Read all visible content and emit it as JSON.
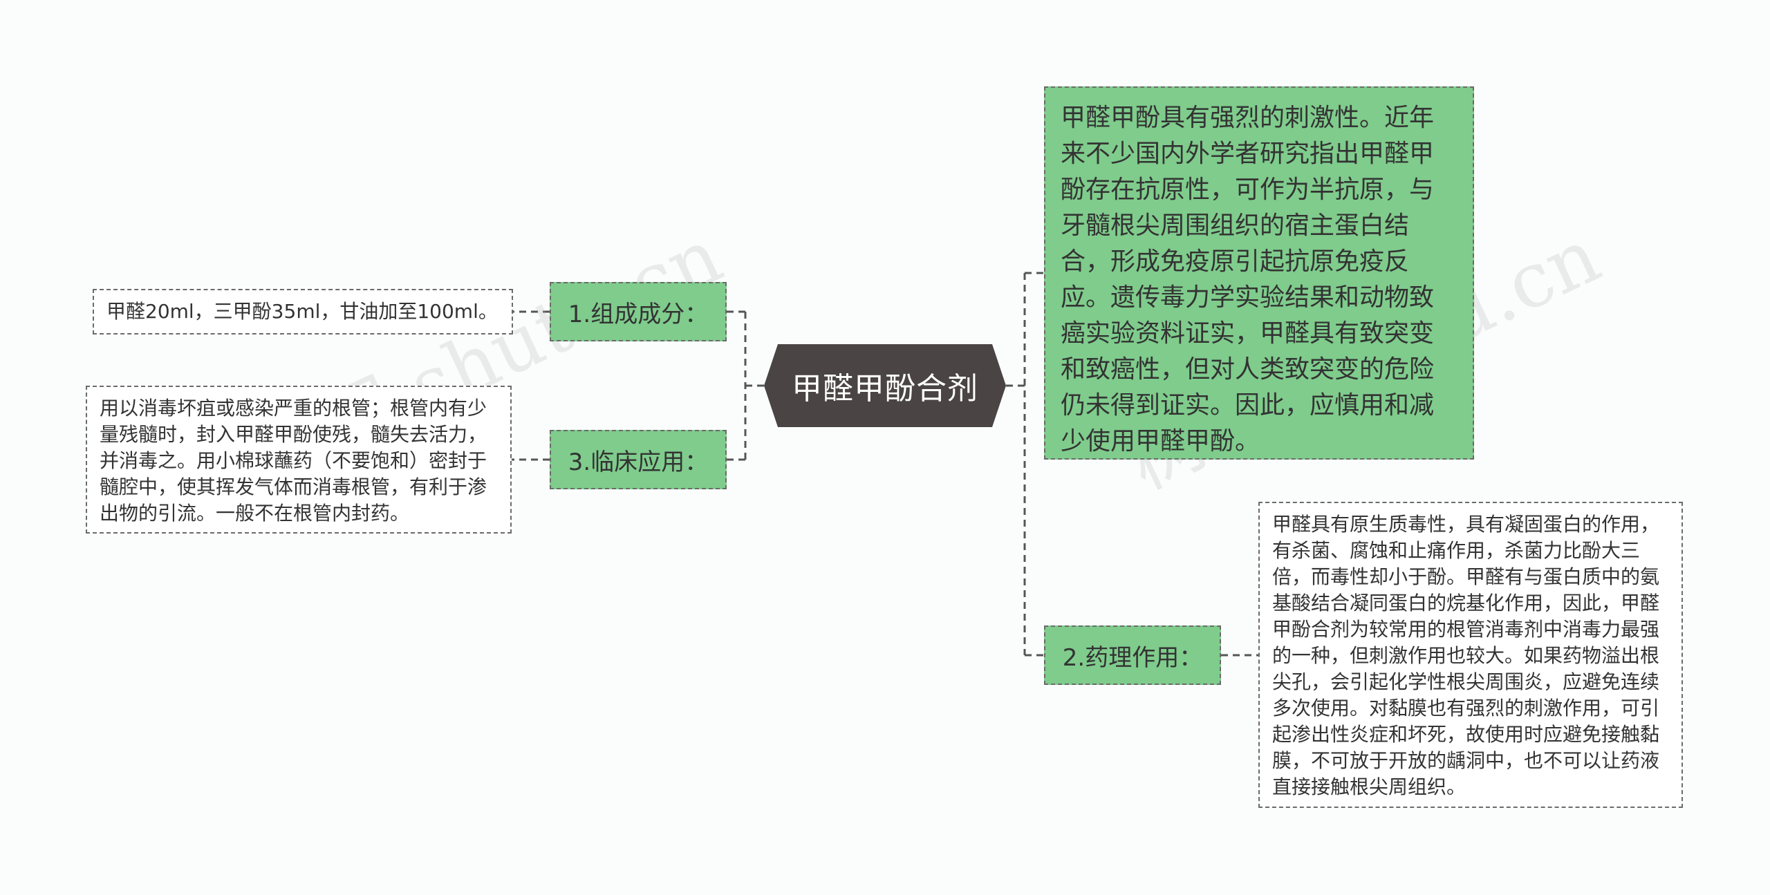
{
  "root": {
    "label": "甲醛甲酚合剂"
  },
  "branches": [
    {
      "label": "1.组成成分："
    },
    {
      "label": "3.临床应用："
    },
    {
      "label": "2.药理作用："
    }
  ],
  "leaves": {
    "composition": "甲醛20ml，三甲酚35ml，甘油加至100ml。",
    "clinical": "用以消毒坏疽或感染严重的根管；根管内有少量残髓时，封入甲醛甲酚使残，髓失去活力，并消毒之。用小棉球蘸药（不要饱和）密封于髓腔中，使其挥发气体而消毒根管，有利于渗出物的引流。一般不在根管内封药。",
    "pharmacology": "甲醛具有原生质毒性，具有凝固蛋白的作用，有杀菌、腐蚀和止痛作用，杀菌力比酚大三倍，而毒性却小于酚。甲醛有与蛋白质中的氨基酸结合凝同蛋白的烷基化作用，因此，甲醛甲酚合剂为较常用的根管消毒剂中消毒力最强的一种，但刺激作用也较大。如果药物溢出根尖孔，会引起化学性根尖周围炎，应避免连续多次使用。对黏膜也有强烈的刺激作用，可引起渗出性炎症和坏死，故使用时应避免接触黏膜，不可放于开放的龋洞中，也不可以让药液直接接触根尖周组织。",
    "irritation": "甲醛甲酚具有强烈的刺激性。近年来不少国内外学者研究指出甲醛甲酚存在抗原性，可作为半抗原，与牙髓根尖周围组织的宿主蛋白结合，形成免疫原引起抗原免疫反应。遗传毒力学实验结果和动物致癌实验资料证实，甲醛具有致突变和致癌性，但对人类致突变的危险仍未得到证实。因此，应慎用和减少使用甲醛甲酚。"
  },
  "watermarks": [
    "树图 shutu.cn",
    "树图 shutu.cn"
  ],
  "colors": {
    "root_bg": "#4a4444",
    "node_green": "#7fcc8c",
    "line": "#555555"
  }
}
